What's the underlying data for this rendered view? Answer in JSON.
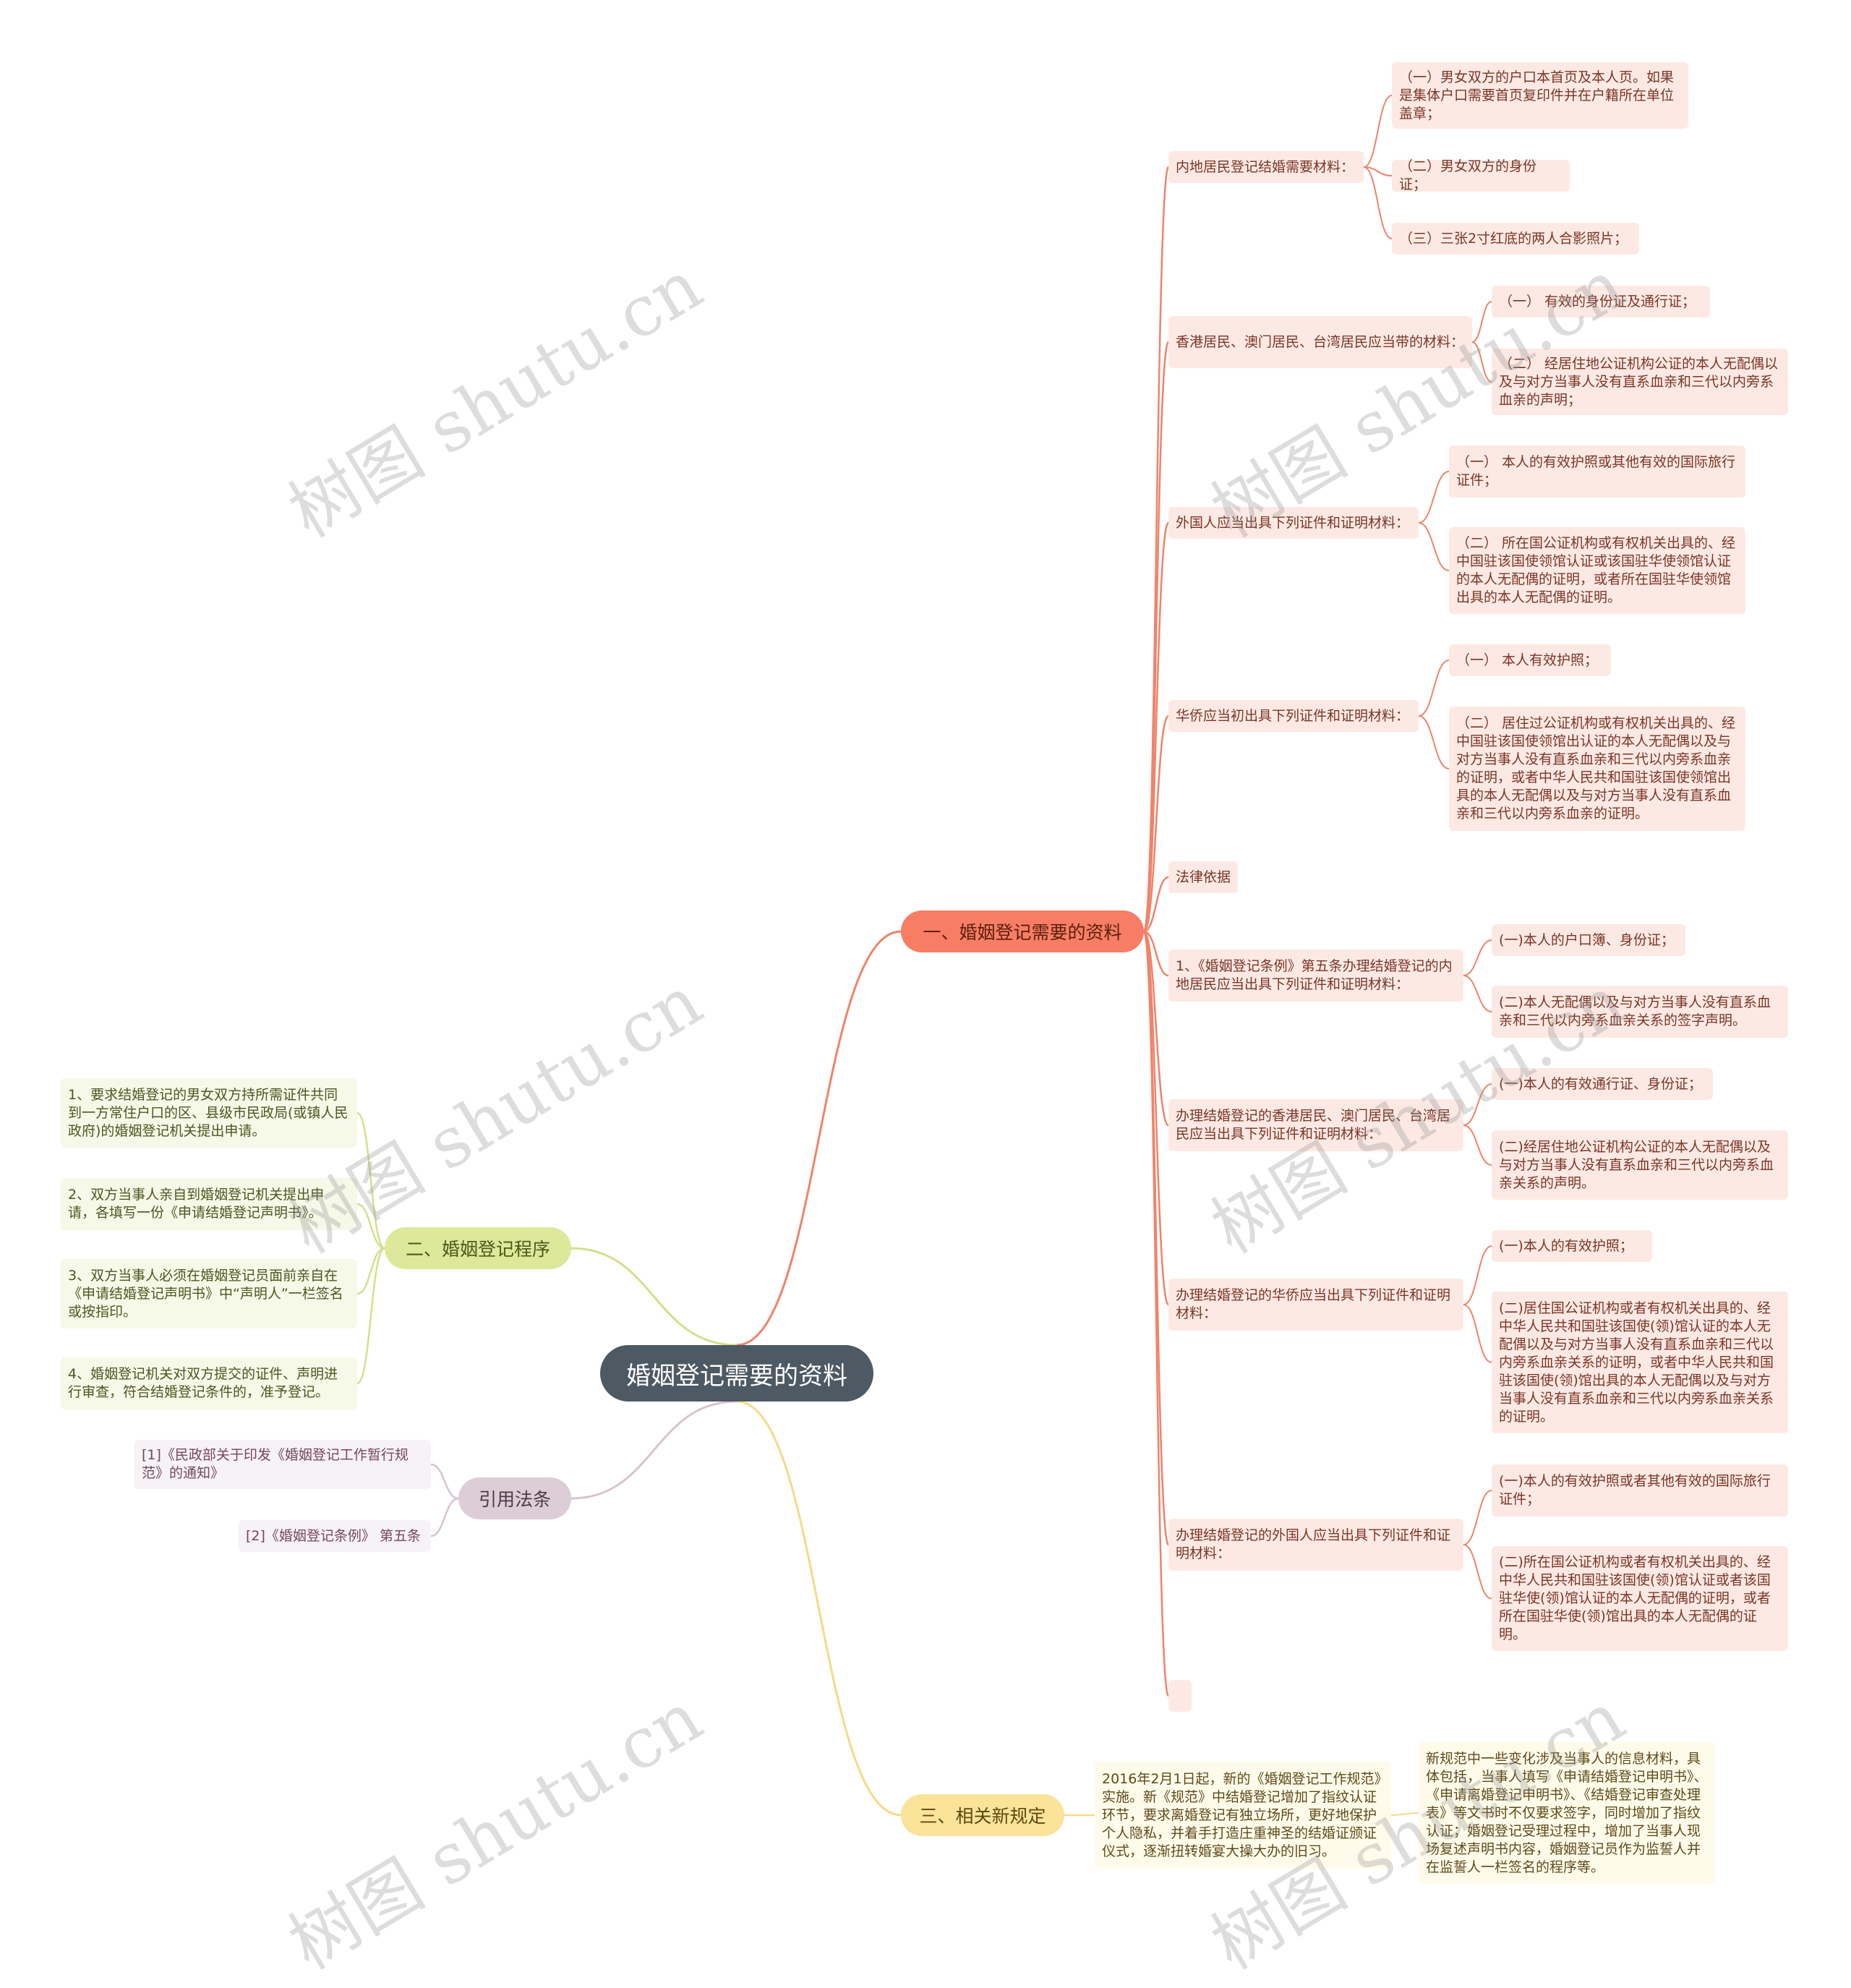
{
  "central": "婚姻登记需要的资料",
  "colors": {
    "branch1": "#f0836a",
    "branch2": "#d4df8b",
    "branch3": "#d8c3cf",
    "branch4": "#f6d98a"
  },
  "branches": {
    "b1": "一、婚姻登记需要的资料",
    "b2": "二、婚姻登记程序",
    "b3": "引用法条",
    "b4": "三、相关新规定"
  },
  "b1": {
    "n1": "内地居民登记结婚需要材料：",
    "n1a": "（一）男女双方的户口本首页及本人页。如果是集体户口需要首页复印件并在户籍所在单位盖章；",
    "n1b": "（二）男女双方的身份证；",
    "n1c": "（三）三张2寸红底的两人合影照片；",
    "n2": "香港居民、澳门居民、台湾居民应当带的材料：",
    "n2a": "（一） 有效的身份证及通行证；",
    "n2b": "（二） 经居住地公证机构公证的本人无配偶以及与对方当事人没有直系血亲和三代以内旁系血亲的声明；",
    "n3": "外国人应当出具下列证件和证明材料：",
    "n3a": "（一） 本人的有效护照或其他有效的国际旅行证件；",
    "n3b": "（二） 所在国公证机构或有权机关出具的、经中国驻该国使领馆认证或该国驻华使领馆认证的本人无配偶的证明，或者所在国驻华使领馆出具的本人无配偶的证明。",
    "n4": "华侨应当初出具下列证件和证明材料：",
    "n4a": "（一） 本人有效护照；",
    "n4b": "（二） 居住过公证机构或有权机关出具的、经中国驻该国使领馆出认证的本人无配偶以及与对方当事人没有直系血亲和三代以内旁系血亲的证明，或者中华人民共和国驻该国使领馆出具的本人无配偶以及与对方当事人没有直系血亲和三代以内旁系血亲的证明。",
    "n5": "法律依据",
    "n6": "1、《婚姻登记条例》第五条办理结婚登记的内地居民应当出具下列证件和证明材料：",
    "n6a": "(一)本人的户口簿、身份证；",
    "n6b": "(二)本人无配偶以及与对方当事人没有直系血亲和三代以内旁系血亲关系的签字声明。",
    "n7": "办理结婚登记的香港居民、澳门居民、台湾居民应当出具下列证件和证明材料：",
    "n7a": "(一)本人的有效通行证、身份证；",
    "n7b": "(二)经居住地公证机构公证的本人无配偶以及与对方当事人没有直系血亲和三代以内旁系血亲关系的声明。",
    "n8": "办理结婚登记的华侨应当出具下列证件和证明材料：",
    "n8a": "(一)本人的有效护照；",
    "n8b": "(二)居住国公证机构或者有权机关出具的、经中华人民共和国驻该国使(领)馆认证的本人无配偶以及与对方当事人没有直系血亲和三代以内旁系血亲关系的证明，或者中华人民共和国驻该国使(领)馆出具的本人无配偶以及与对方当事人没有直系血亲和三代以内旁系血亲关系的证明。",
    "n9": "办理结婚登记的外国人应当出具下列证件和证明材料：",
    "n9a": "(一)本人的有效护照或者其他有效的国际旅行证件；",
    "n9b": "(二)所在国公证机构或者有权机关出具的、经中华人民共和国驻该国使(领)馆认证或者该国驻华使(领)馆认证的本人无配偶的证明，或者所在国驻华使(领)馆出具的本人无配偶的证明。",
    "n10": ""
  },
  "b2": {
    "s1": "1、要求结婚登记的男女双方持所需证件共同到一方常住户口的区、县级市民政局(或镇人民政府)的婚姻登记机关提出申请。",
    "s2": "2、双方当事人亲自到婚姻登记机关提出申请，各填写一份《申请结婚登记声明书》。",
    "s3": "3、双方当事人必须在婚姻登记员面前亲自在《申请结婚登记声明书》中“声明人”一栏签名或按指印。",
    "s4": "4、婚姻登记机关对双方提交的证件、声明进行审查，符合结婚登记条件的，准予登记。"
  },
  "b3": {
    "c1": "[1]《民政部关于印发《婚姻登记工作暂行规范》的通知》",
    "c2": "[2]《婚姻登记条例》 第五条"
  },
  "b4": {
    "r1": "2016年2月1日起，新的《婚姻登记工作规范》实施。新《规范》中结婚登记增加了指纹认证环节，要求离婚登记有独立场所，更好地保护个人隐私，并着手打造庄重神圣的结婚证颁证仪式，逐渐扭转婚宴大操大办的旧习。",
    "r2": "新规范中一些变化涉及当事人的信息材料，具体包括，当事人填写《申请结婚登记申明书》、《申请离婚登记申明书》、《结婚登记审查处理表》等文书时不仅要求签字，同时增加了指纹认证；婚姻登记受理过程中，增加了当事人现场复述声明书内容，婚姻登记员作为监誓人并在监誓人一栏签名的程序等。"
  },
  "watermark": "树图 shutu.cn"
}
